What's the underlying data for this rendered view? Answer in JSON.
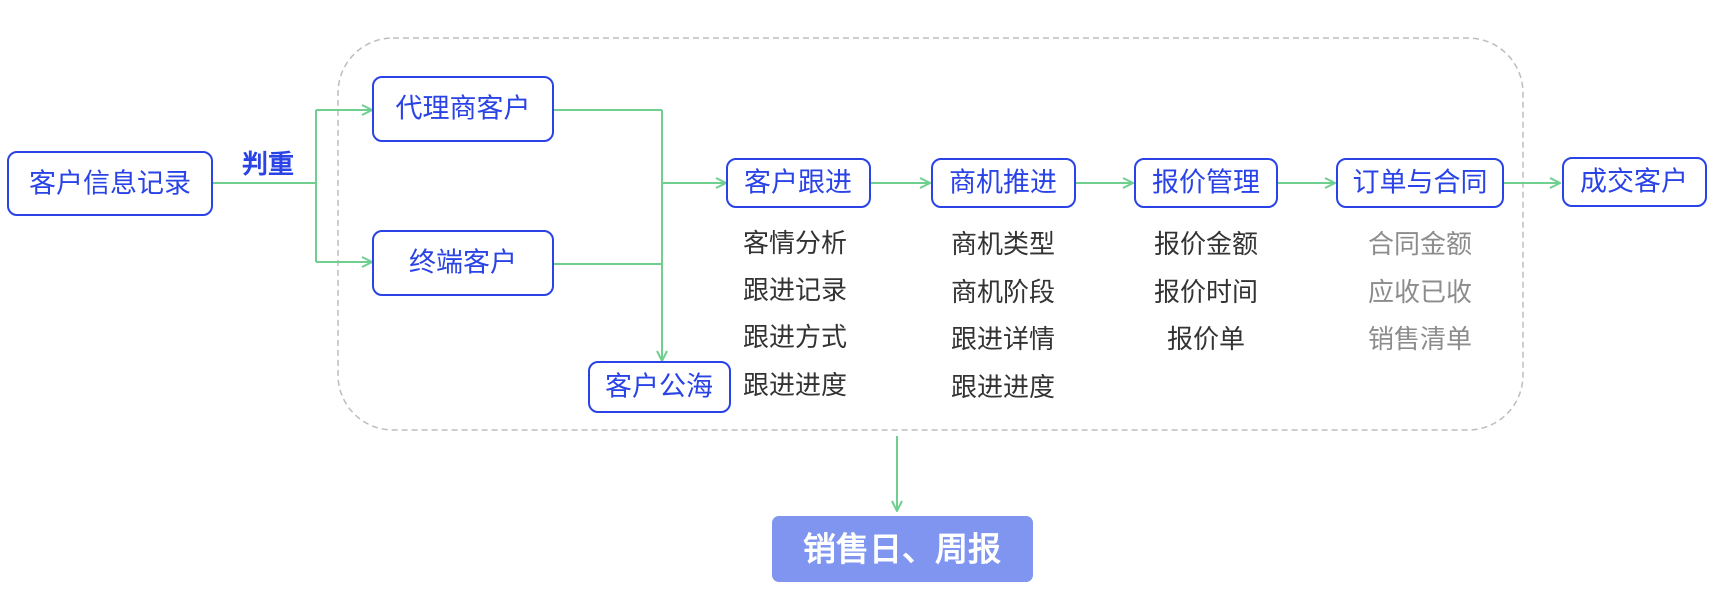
{
  "nodes": {
    "customer_info_record": "客户信息记录",
    "agent_customer": "代理商客户",
    "terminal_customer": "终端客户",
    "customer_pool": "客户公海",
    "customer_followup": "客户跟进",
    "opportunity": "商机推进",
    "quotation": "报价管理",
    "order_contract": "订单与合同",
    "closed_customer": "成交客户",
    "sales_report": "销售日、周报"
  },
  "edge_labels": {
    "dedup": "判重"
  },
  "details": {
    "customer_followup": [
      "客情分析",
      "跟进记录",
      "跟进方式",
      "跟进进度"
    ],
    "opportunity": [
      "商机类型",
      "商机阶段",
      "跟进详情",
      "跟进进度"
    ],
    "quotation": [
      "报价金额",
      "报价时间",
      "报价单"
    ],
    "order_contract": [
      "合同金额",
      "应收已收",
      "销售清单"
    ]
  },
  "colors": {
    "node_border": "#2a43e6",
    "node_text": "#2a43e6",
    "arrow": "#6fcf8f",
    "frame": "#bdbdbd",
    "detail_text": "#333333",
    "detail_text_muted": "#8c8c8c",
    "report_fill": "#7f95f0",
    "report_text": "#ffffff"
  }
}
